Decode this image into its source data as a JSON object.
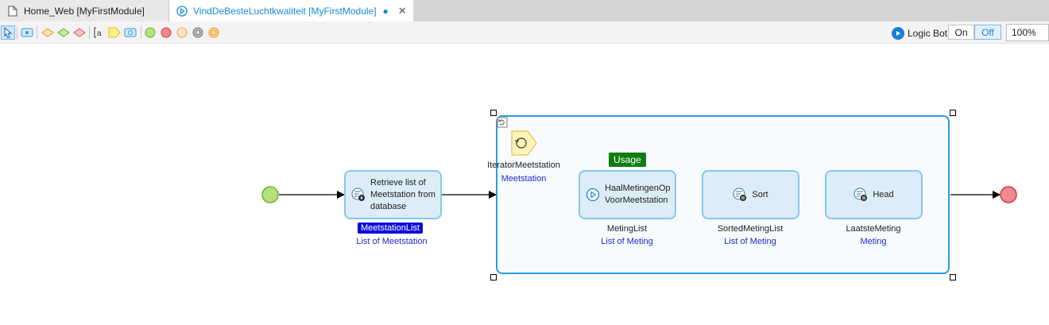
{
  "tabs": [
    {
      "label": "Home_Web [MyFirstModule]",
      "active": false
    },
    {
      "label": "VindDeBesteLuchtkwaliteit [MyFirstModule]",
      "active": true,
      "dirty": "●",
      "close": "✕"
    }
  ],
  "toolbar": {
    "logic_bot_label": "Logic Bot",
    "on_label": "On",
    "off_label": "Off",
    "zoom": "100%"
  },
  "flow": {
    "retrieve": {
      "label": "Retrieve list of Meetstation from database",
      "var_name": "MeetstationList",
      "var_type": "List of Meetstation"
    },
    "iterator": {
      "name": "IteratorMeetstation",
      "type": "Meetstation"
    },
    "call": {
      "label": "HaalMetingenOpVoorMeetstation",
      "badge": "Usage",
      "var_name": "MetingList",
      "var_type": "List of Meting"
    },
    "sort": {
      "label": "Sort",
      "var_name": "SortedMetingList",
      "var_type": "List of Meting"
    },
    "head": {
      "label": "Head",
      "var_name": "LaatsteMeting",
      "var_type": "Meting"
    }
  },
  "colors": {
    "accent": "#1b8ad6",
    "start_event": "#b5e07c",
    "end_event": "#f08a8f",
    "badge_blue": "#0d0ddf",
    "badge_green": "#0f7d10",
    "loop_border": "#2a9ddc"
  }
}
